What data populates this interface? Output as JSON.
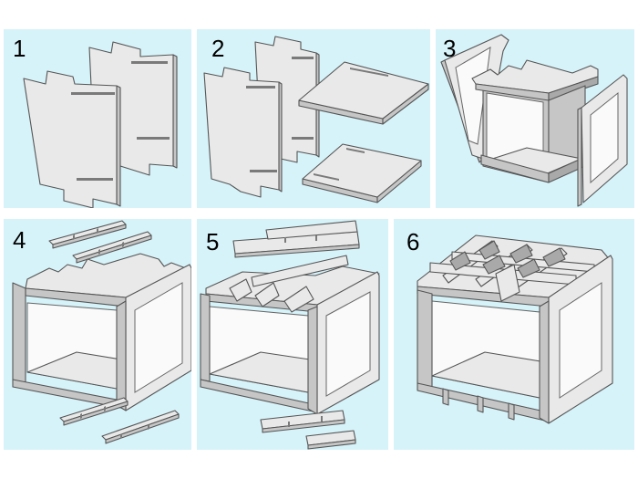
{
  "steps": [
    {
      "number": "1"
    },
    {
      "number": "2"
    },
    {
      "number": "3"
    },
    {
      "number": "4"
    },
    {
      "number": "5"
    },
    {
      "number": "6"
    }
  ],
  "colors": {
    "panel_background": "#d6f3fa",
    "board_light": "#e9e9e9",
    "board_edge": "#c6c6c6",
    "outline": "#555555"
  }
}
